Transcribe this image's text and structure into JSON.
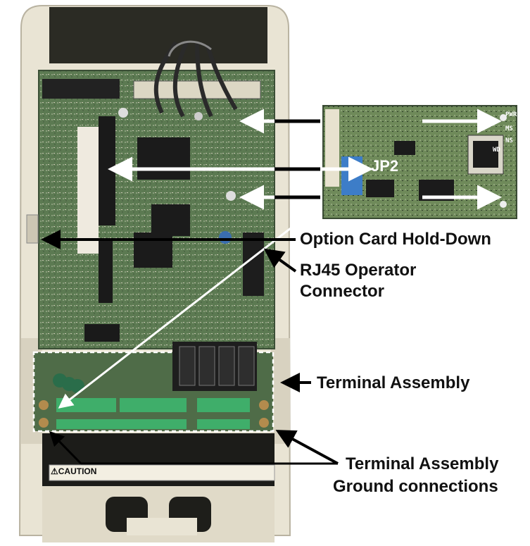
{
  "labels": {
    "option_card_hold_down": "Option Card Hold-Down",
    "rj45_line1": "RJ45 Operator",
    "rj45_line2": "Connector",
    "terminal_assembly": "Terminal Assembly",
    "ground_line1": "Terminal Assembly",
    "ground_line2": "Ground connections"
  },
  "card_marks": {
    "jp2": "JP2",
    "pwr": "PWR",
    "ms": "MS",
    "ns": "NS",
    "wd": "WD"
  },
  "caution": "⚠CAUTION",
  "colors": {
    "housing": "#e9e4d4",
    "pcb": "#5c7a52",
    "card": "#6f8a5a",
    "terminal_green": "#3fae6a",
    "arrow_white": "#ffffff",
    "arrow_black": "#000000"
  }
}
